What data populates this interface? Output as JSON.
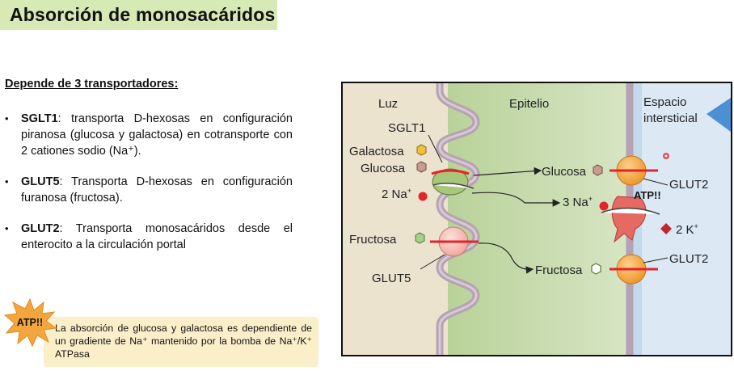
{
  "title": "Absorción de monosacáridos",
  "subheading": "Depende de 3 transportadores:",
  "bullets": [
    {
      "term": "SGLT1",
      "text": ": transporta D-hexosas en configuración piranosa (glucosa y galactosa) en cotransporte con 2 cationes sodio (Na⁺)."
    },
    {
      "term": "GLUT5",
      "text": ": Transporta D-hexosas en configuración furanosa (fructosa)."
    },
    {
      "term": "GLUT2",
      "text": ": Transporta monosacáridos desde el enterocito a la circulación portal"
    }
  ],
  "atp_note": {
    "badge": "ATP!!",
    "text": "La absorción de glucosa y galactosa es dependiente de un gradiente de Na⁺ mantenido por la bomba de Na⁺/K⁺ ATPasa"
  },
  "diagram": {
    "region_luz": "Luz",
    "region_epitelio": "Epitelio",
    "region_espacio_1": "Espacio",
    "region_espacio_2": "intersticial",
    "sglt1": "SGLT1",
    "galactosa": "Galactosa",
    "glucosa_left": "Glucosa",
    "na_left": "2 Na",
    "fructosa_left": "Fructosa",
    "glut5": "GLUT5",
    "glucosa_right": "Glucosa",
    "na_right": "3 Na",
    "atp": "ATP!!",
    "k": "2 K",
    "fructosa_right": "Fructosa",
    "glut2_top": "GLUT2",
    "glut2_bottom": "GLUT2",
    "sup_plus": "+"
  },
  "colors": {
    "title_bg": "#d7e9b5",
    "note_bg": "#fbefc9",
    "epithelium": "#c9dcb1",
    "lumen": "#ece3cf",
    "interstitial": "#dce9f5",
    "membrane": "#b7a2b3",
    "transporter_orange": "#f2a93b",
    "sodium_red": "#e3242b"
  }
}
